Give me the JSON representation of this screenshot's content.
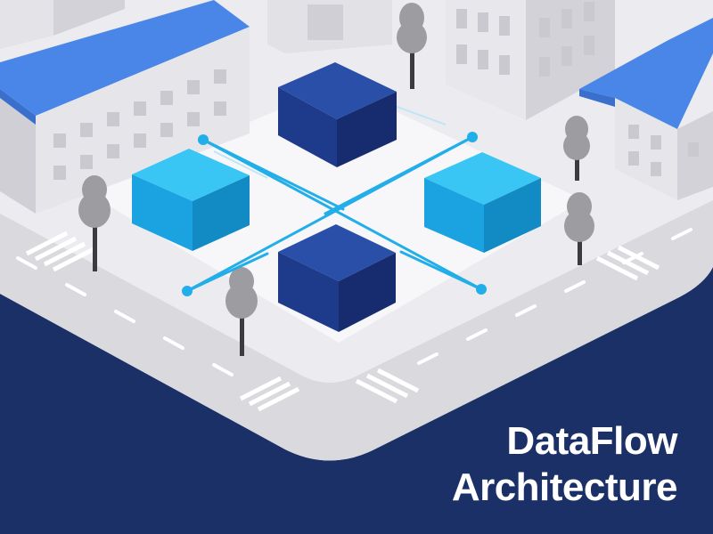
{
  "headline": {
    "line1": "DataFlow",
    "line2": "Architecture"
  },
  "colors": {
    "background": "#1c3068",
    "ground": "#ececf0",
    "road": "#d9d9de",
    "plaza": "#f7f7fa",
    "building_wall": "#e6e6ea",
    "building_side": "#cfcfd5",
    "roof": "#4a86e8",
    "node_dark": "#1e3a8a",
    "node_light": "#1aa3e0",
    "connector": "#22aee8",
    "tree": "#9c9ca1"
  },
  "diagram": {
    "nodes": [
      {
        "id": "node-top",
        "tone": "dark"
      },
      {
        "id": "node-left",
        "tone": "light"
      },
      {
        "id": "node-right",
        "tone": "light"
      },
      {
        "id": "node-bottom",
        "tone": "dark"
      }
    ],
    "endpoints": [
      "endpoint-top-left",
      "endpoint-top-right",
      "endpoint-bottom-left",
      "endpoint-bottom-right"
    ]
  }
}
